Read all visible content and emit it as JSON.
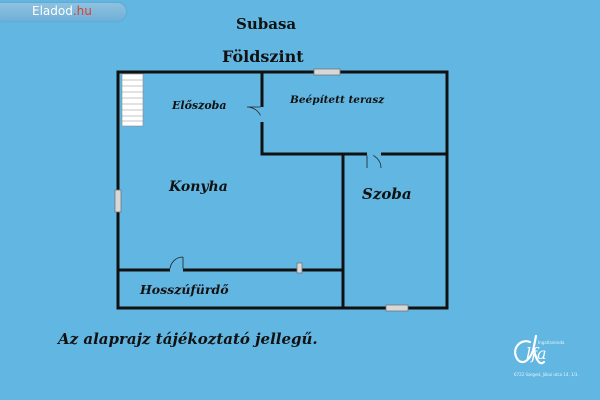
{
  "site": {
    "name": "Eladod",
    "tld": ".hu"
  },
  "header": {
    "line1": "Subasa",
    "line2": "Földszint"
  },
  "rooms": {
    "eloszoba": "Előszoba",
    "terasz": "Beépített terasz",
    "konyha": "Konyha",
    "szoba": "Szoba",
    "furdo": "Hosszúfürdő"
  },
  "disclaimer": "Az alaprajz tájékoztató jellegű.",
  "logo": {
    "letter": "lfa",
    "tagline": "Ingatlaniroda",
    "address": "6722 Szeged, Jókai utca 14. 1/3."
  },
  "colors": {
    "background": "#62b6e2",
    "wall": "#111111",
    "site_tld": "#e23a2c"
  }
}
